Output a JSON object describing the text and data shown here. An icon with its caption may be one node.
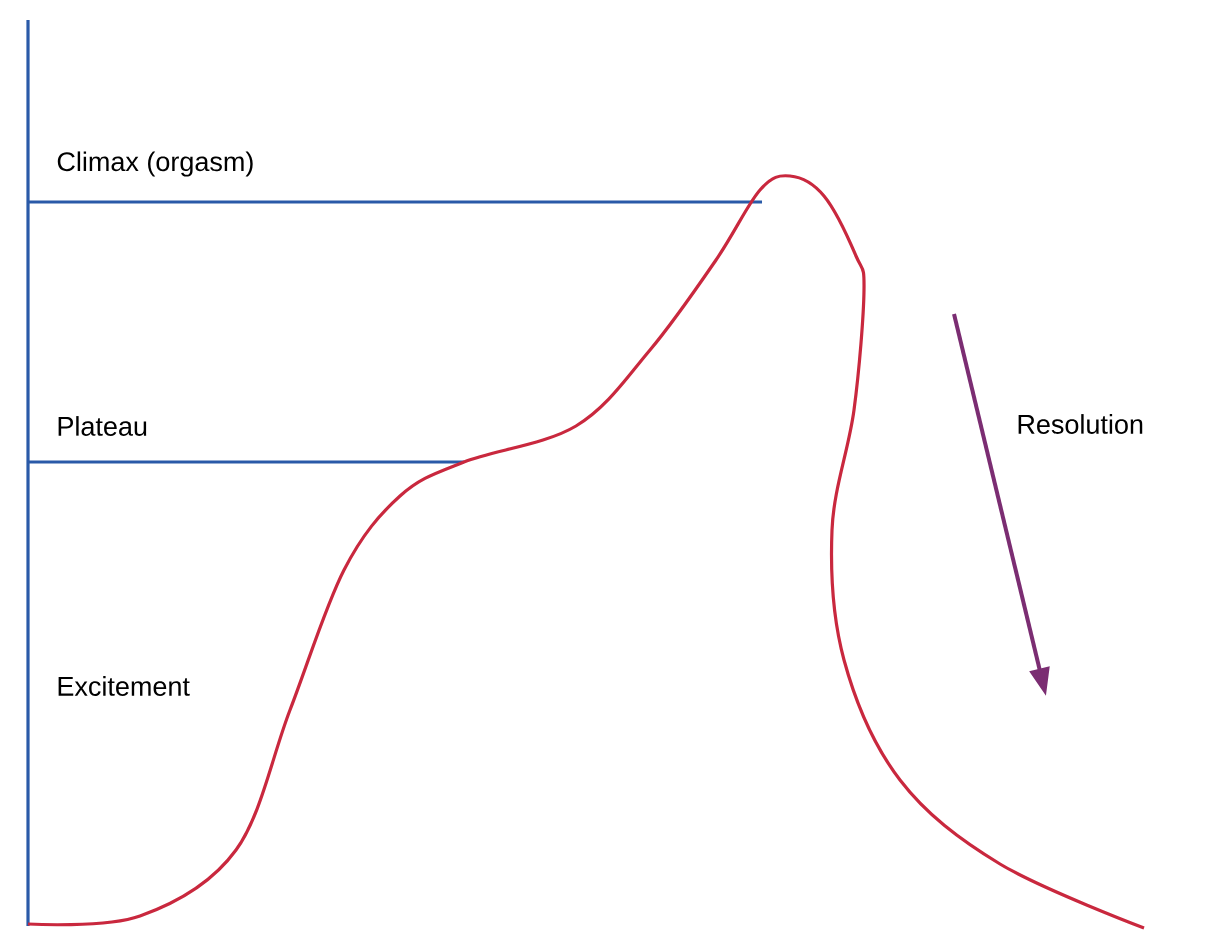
{
  "diagram": {
    "labels": [
      "Climax (orgasm)",
      "Plateau",
      "Excitement",
      "Resolution"
    ]
  }
}
